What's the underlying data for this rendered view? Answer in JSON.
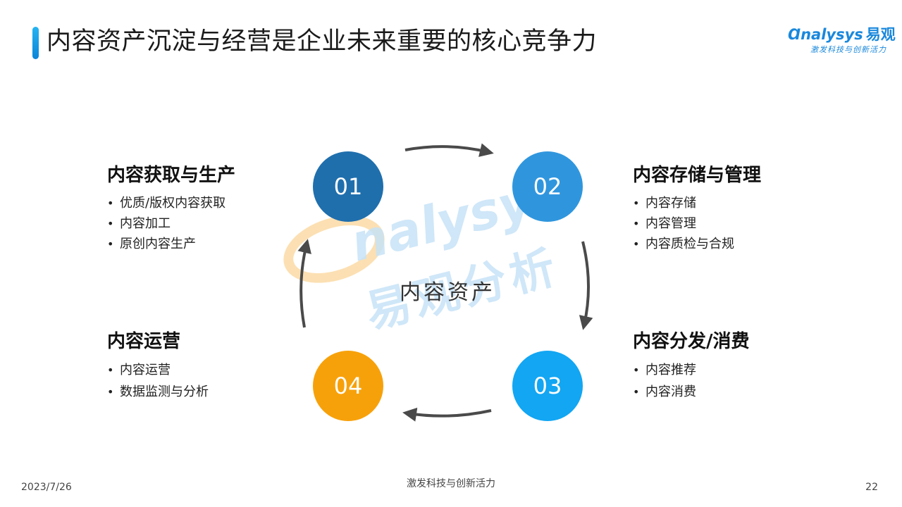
{
  "header": {
    "title": "内容资产沉淀与经营是企业未来重要的核心竞争力"
  },
  "logo": {
    "brand": "nalysys",
    "brand_cn": "易观",
    "slogan": "激发科技与创新活力"
  },
  "watermark": {
    "text_en": "nalysys",
    "text_cn": "易观分析"
  },
  "diagram": {
    "center_label": "内容资产",
    "nodes": [
      {
        "number": "01",
        "color": "#1f6fad"
      },
      {
        "number": "02",
        "color": "#2f96de"
      },
      {
        "number": "03",
        "color": "#12a6f3"
      },
      {
        "number": "04",
        "color": "#f7a10a"
      }
    ],
    "sections": [
      {
        "title": "内容获取与生产",
        "items": [
          "优质/版权内容获取",
          "内容加工",
          "原创内容生产"
        ]
      },
      {
        "title": "内容存储与管理",
        "items": [
          "内容存储",
          "内容管理",
          "内容质检与合规"
        ]
      },
      {
        "title": "内容分发/消费",
        "items": [
          "内容推荐",
          "内容消费"
        ]
      },
      {
        "title": "内容运营",
        "items": [
          "内容运营",
          "数据监测与分析"
        ]
      }
    ]
  },
  "footer": {
    "date": "2023/7/26",
    "slogan": "激发科技与创新活力",
    "page": "22"
  }
}
